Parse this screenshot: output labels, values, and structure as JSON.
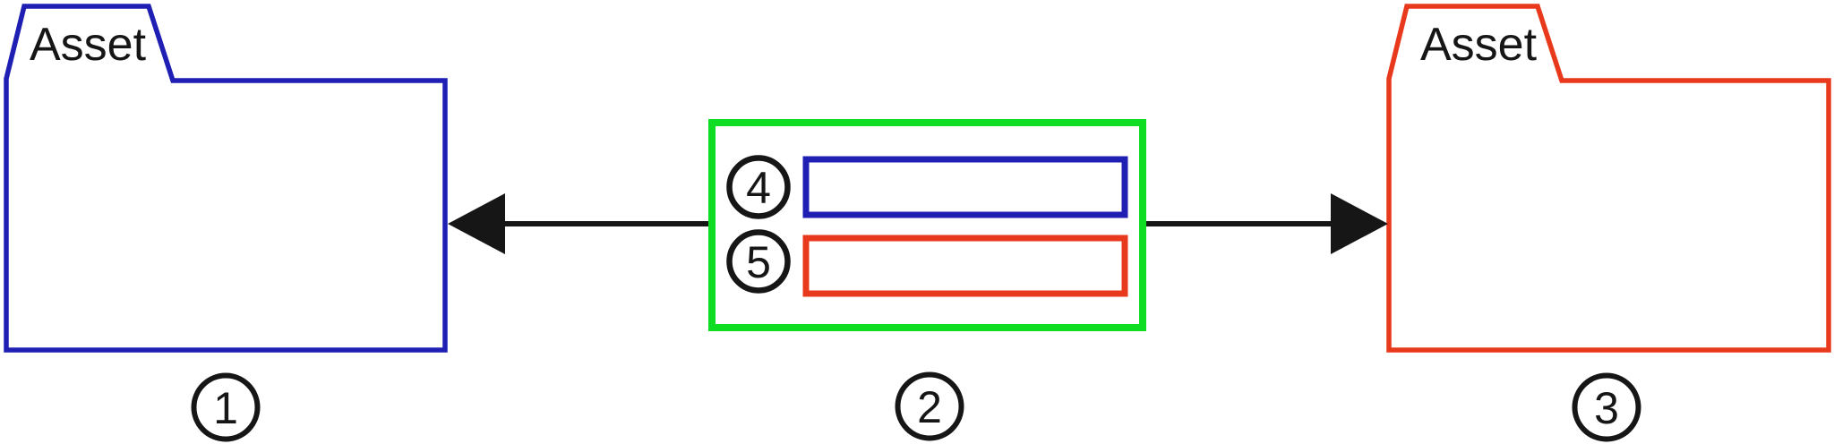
{
  "colors": {
    "blue": "#1f1fb4",
    "red": "#e8391c",
    "green": "#0fdd23",
    "black": "#161616"
  },
  "left_folder": {
    "label": "Asset",
    "number": "1"
  },
  "right_folder": {
    "label": "Asset",
    "number": "3"
  },
  "mapping_box": {
    "number": "2",
    "rows": [
      {
        "number": "4",
        "color": "#1f1fb4"
      },
      {
        "number": "5",
        "color": "#e8391c"
      }
    ]
  }
}
